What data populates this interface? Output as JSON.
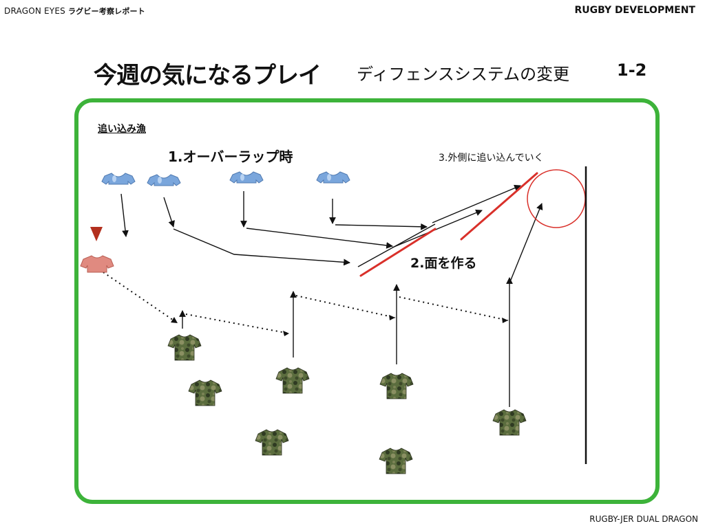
{
  "header": {
    "left_prefix": "DRAGON EYES",
    "left_suffix": "ラグビー考察レポート",
    "right": "RUGBY DEVELOPMENT"
  },
  "title": {
    "main": "今週の気になるプレイ",
    "sub": "ディフェンスシステムの変更",
    "number": "1-2"
  },
  "diagram": {
    "section_label": "追い込み漁",
    "label_1": "1.オーバーラップ時",
    "label_2": "2.面を作る",
    "label_3": "3.外側に追い込んでいく"
  },
  "colors": {
    "frame": "#3db33a",
    "defender": "#7aa6dc",
    "ball_carrier": "#e08a80",
    "marker": "#b3301e",
    "highlight": "#d9302a",
    "attacker_base": "#5b6d3e"
  },
  "icons": {
    "defender": "defender-shirt-icon",
    "ball_carrier": "ball-carrier-shirt-icon",
    "attacker": "camo-shirt-icon",
    "marker": "triangle-marker-icon"
  },
  "footer": {
    "text": "RUGBY-JER DUAL DRAGON"
  }
}
